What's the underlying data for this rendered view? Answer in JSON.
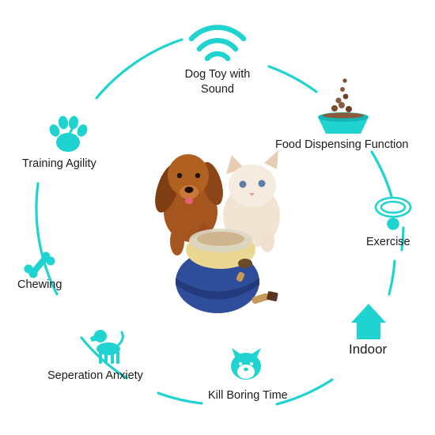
{
  "accent_color": "#1fd3d1",
  "features": {
    "sound": {
      "line1": "Dog Toy with",
      "line2": "Sound",
      "icon": "sound-waves-icon"
    },
    "food": {
      "label": "Food Dispensing Function",
      "icon": "food-bowl-icon"
    },
    "agility": {
      "label": "Training Agility",
      "icon": "paw-print-icon"
    },
    "exercise": {
      "label": "Exercise",
      "icon": "pet-collar-icon"
    },
    "chewing": {
      "label": "Chewing",
      "icon": "bone-icon"
    },
    "indoor": {
      "label": "Indoor",
      "icon": "house-icon"
    },
    "separation": {
      "label": "Seperation Anxiety",
      "icon": "dog-icon"
    },
    "boring": {
      "label": "Kill Boring Time",
      "icon": "shiba-face-icon"
    }
  },
  "center": {
    "icon": "dog-cat-tumbler-toy-photo"
  }
}
